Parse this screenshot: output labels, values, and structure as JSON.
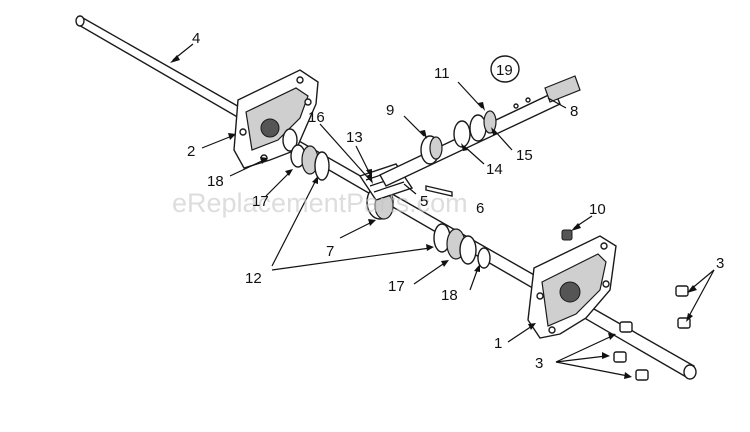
{
  "watermark": "eReplacementParts.com",
  "callouts": [
    {
      "id": "4",
      "text": "4"
    },
    {
      "id": "2",
      "text": "2"
    },
    {
      "id": "18a",
      "text": "18"
    },
    {
      "id": "17a",
      "text": "17"
    },
    {
      "id": "16",
      "text": "16"
    },
    {
      "id": "13",
      "text": "13"
    },
    {
      "id": "12",
      "text": "12"
    },
    {
      "id": "7",
      "text": "7"
    },
    {
      "id": "5",
      "text": "5"
    },
    {
      "id": "6",
      "text": "6"
    },
    {
      "id": "9",
      "text": "9"
    },
    {
      "id": "11",
      "text": "11"
    },
    {
      "id": "19",
      "text": "19"
    },
    {
      "id": "8",
      "text": "8"
    },
    {
      "id": "15",
      "text": "15"
    },
    {
      "id": "14",
      "text": "14"
    },
    {
      "id": "10",
      "text": "10"
    },
    {
      "id": "17b",
      "text": "17"
    },
    {
      "id": "18b",
      "text": "18"
    },
    {
      "id": "1",
      "text": "1"
    },
    {
      "id": "3a",
      "text": "3"
    },
    {
      "id": "3b",
      "text": "3"
    }
  ]
}
